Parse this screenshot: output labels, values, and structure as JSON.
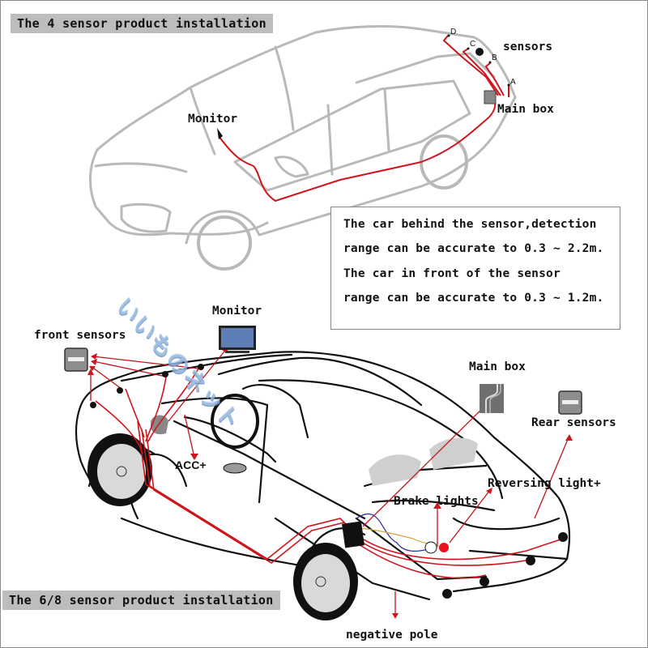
{
  "sections": {
    "top_banner": "The 4 sensor product installation",
    "bottom_banner": "The 6/8 sensor product installation"
  },
  "top_diagram": {
    "labels": {
      "monitor": "Monitor",
      "sensors": "sensors",
      "main_box": "Main box"
    },
    "sensor_points": [
      "A",
      "B",
      "C",
      "D"
    ]
  },
  "info_box": {
    "lines": [
      "The car behind the sensor,detection",
      "range can be accurate to 0.3 ~ 2.2m.",
      "The car in front of the sensor",
      "range can be accurate to 0.3 ~ 1.2m."
    ]
  },
  "bottom_diagram": {
    "labels": {
      "monitor": "Monitor",
      "front_sensors": "front sensors",
      "main_box": "Main box",
      "rear_sensors": "Rear sensors",
      "acc": "ACC+",
      "brake_lights": "Brake lights",
      "reversing_light": "Reversing light+",
      "negative_pole": "negative pole"
    }
  },
  "watermark": "いいものネット",
  "colors": {
    "wire_red": "#d0141c",
    "outline_gray": "#b8b8b8",
    "outline_black": "#111111",
    "banner_bg": "#bdbdbd",
    "watermark_blue": "#8fb3e0"
  }
}
